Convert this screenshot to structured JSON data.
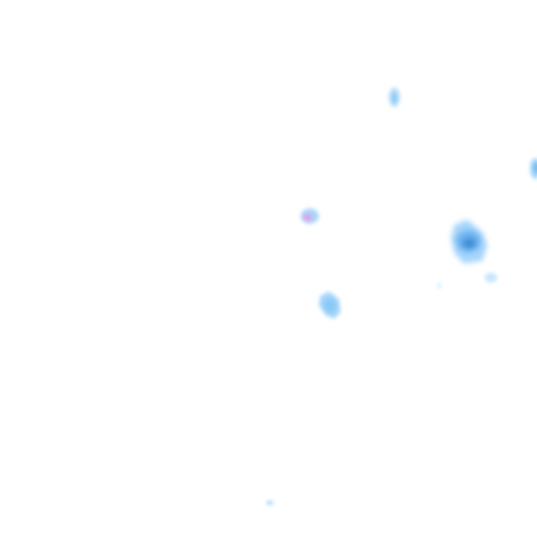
{
  "map": {
    "layer": "precipitation-radar",
    "background": "#ffffff",
    "intensity_scale": [
      {
        "level": 1,
        "color": "#bfe3ff"
      },
      {
        "level": 2,
        "color": "#8fcaf7"
      },
      {
        "level": 3,
        "color": "#5aa8e8"
      },
      {
        "level": 4,
        "color": "#3f8fd9"
      },
      {
        "level": 5,
        "color": "#d9a5f2"
      }
    ]
  }
}
